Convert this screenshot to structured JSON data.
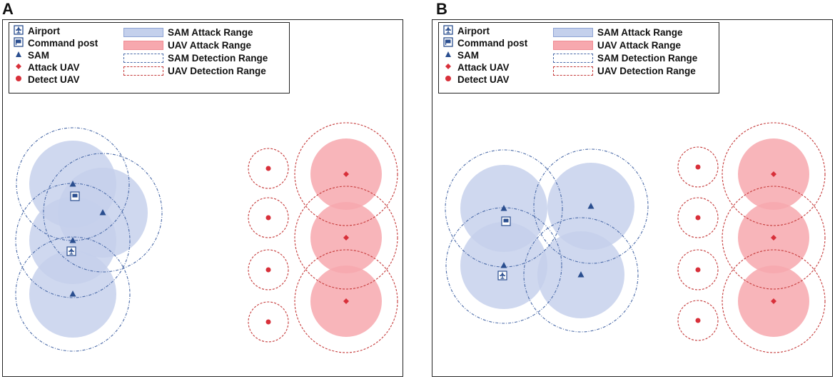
{
  "panels": [
    {
      "label": "A",
      "legend": {
        "left": [
          {
            "icon": "airport-icon",
            "text": "Airport"
          },
          {
            "icon": "command-post-icon",
            "text": "Command post"
          },
          {
            "icon": "sam-triangle-icon",
            "text": "SAM"
          },
          {
            "icon": "attack-uav-diamond-icon",
            "text": "Attack UAV"
          },
          {
            "icon": "detect-uav-dot-icon",
            "text": "Detect UAV"
          }
        ],
        "right": [
          {
            "swatch": "sam-attack",
            "text": "SAM Attack Range"
          },
          {
            "swatch": "uav-attack",
            "text": "UAV Attack Range"
          },
          {
            "swatch": "sam-detect",
            "text": "SAM Detection Range"
          },
          {
            "swatch": "uav-detect",
            "text": "UAV Detection Range"
          }
        ]
      }
    },
    {
      "label": "B",
      "legend": {
        "left": [
          {
            "icon": "airport-icon",
            "text": "Airport"
          },
          {
            "icon": "command-post-icon",
            "text": "Command post"
          },
          {
            "icon": "sam-triangle-icon",
            "text": "SAM"
          },
          {
            "icon": "attack-uav-diamond-icon",
            "text": "Attack UAV"
          },
          {
            "icon": "detect-uav-dot-icon",
            "text": "Detect UAV"
          }
        ],
        "right": [
          {
            "swatch": "sam-attack",
            "text": "SAM Attack Range"
          },
          {
            "swatch": "uav-attack",
            "text": "UAV Attack Range"
          },
          {
            "swatch": "sam-detect",
            "text": "SAM Detection Range"
          },
          {
            "swatch": "uav-detect",
            "text": "UAV Detection Range"
          }
        ]
      }
    }
  ],
  "colors": {
    "sam_fill": "#c4d0ec",
    "sam_marker": "#2a4e8f",
    "sam_detect_stroke": "#4a6aa8",
    "uav_fill": "#f7a8ae",
    "uav_marker": "#d8303a",
    "uav_detect_stroke": "#c53a3a",
    "frame": "#222222"
  }
}
